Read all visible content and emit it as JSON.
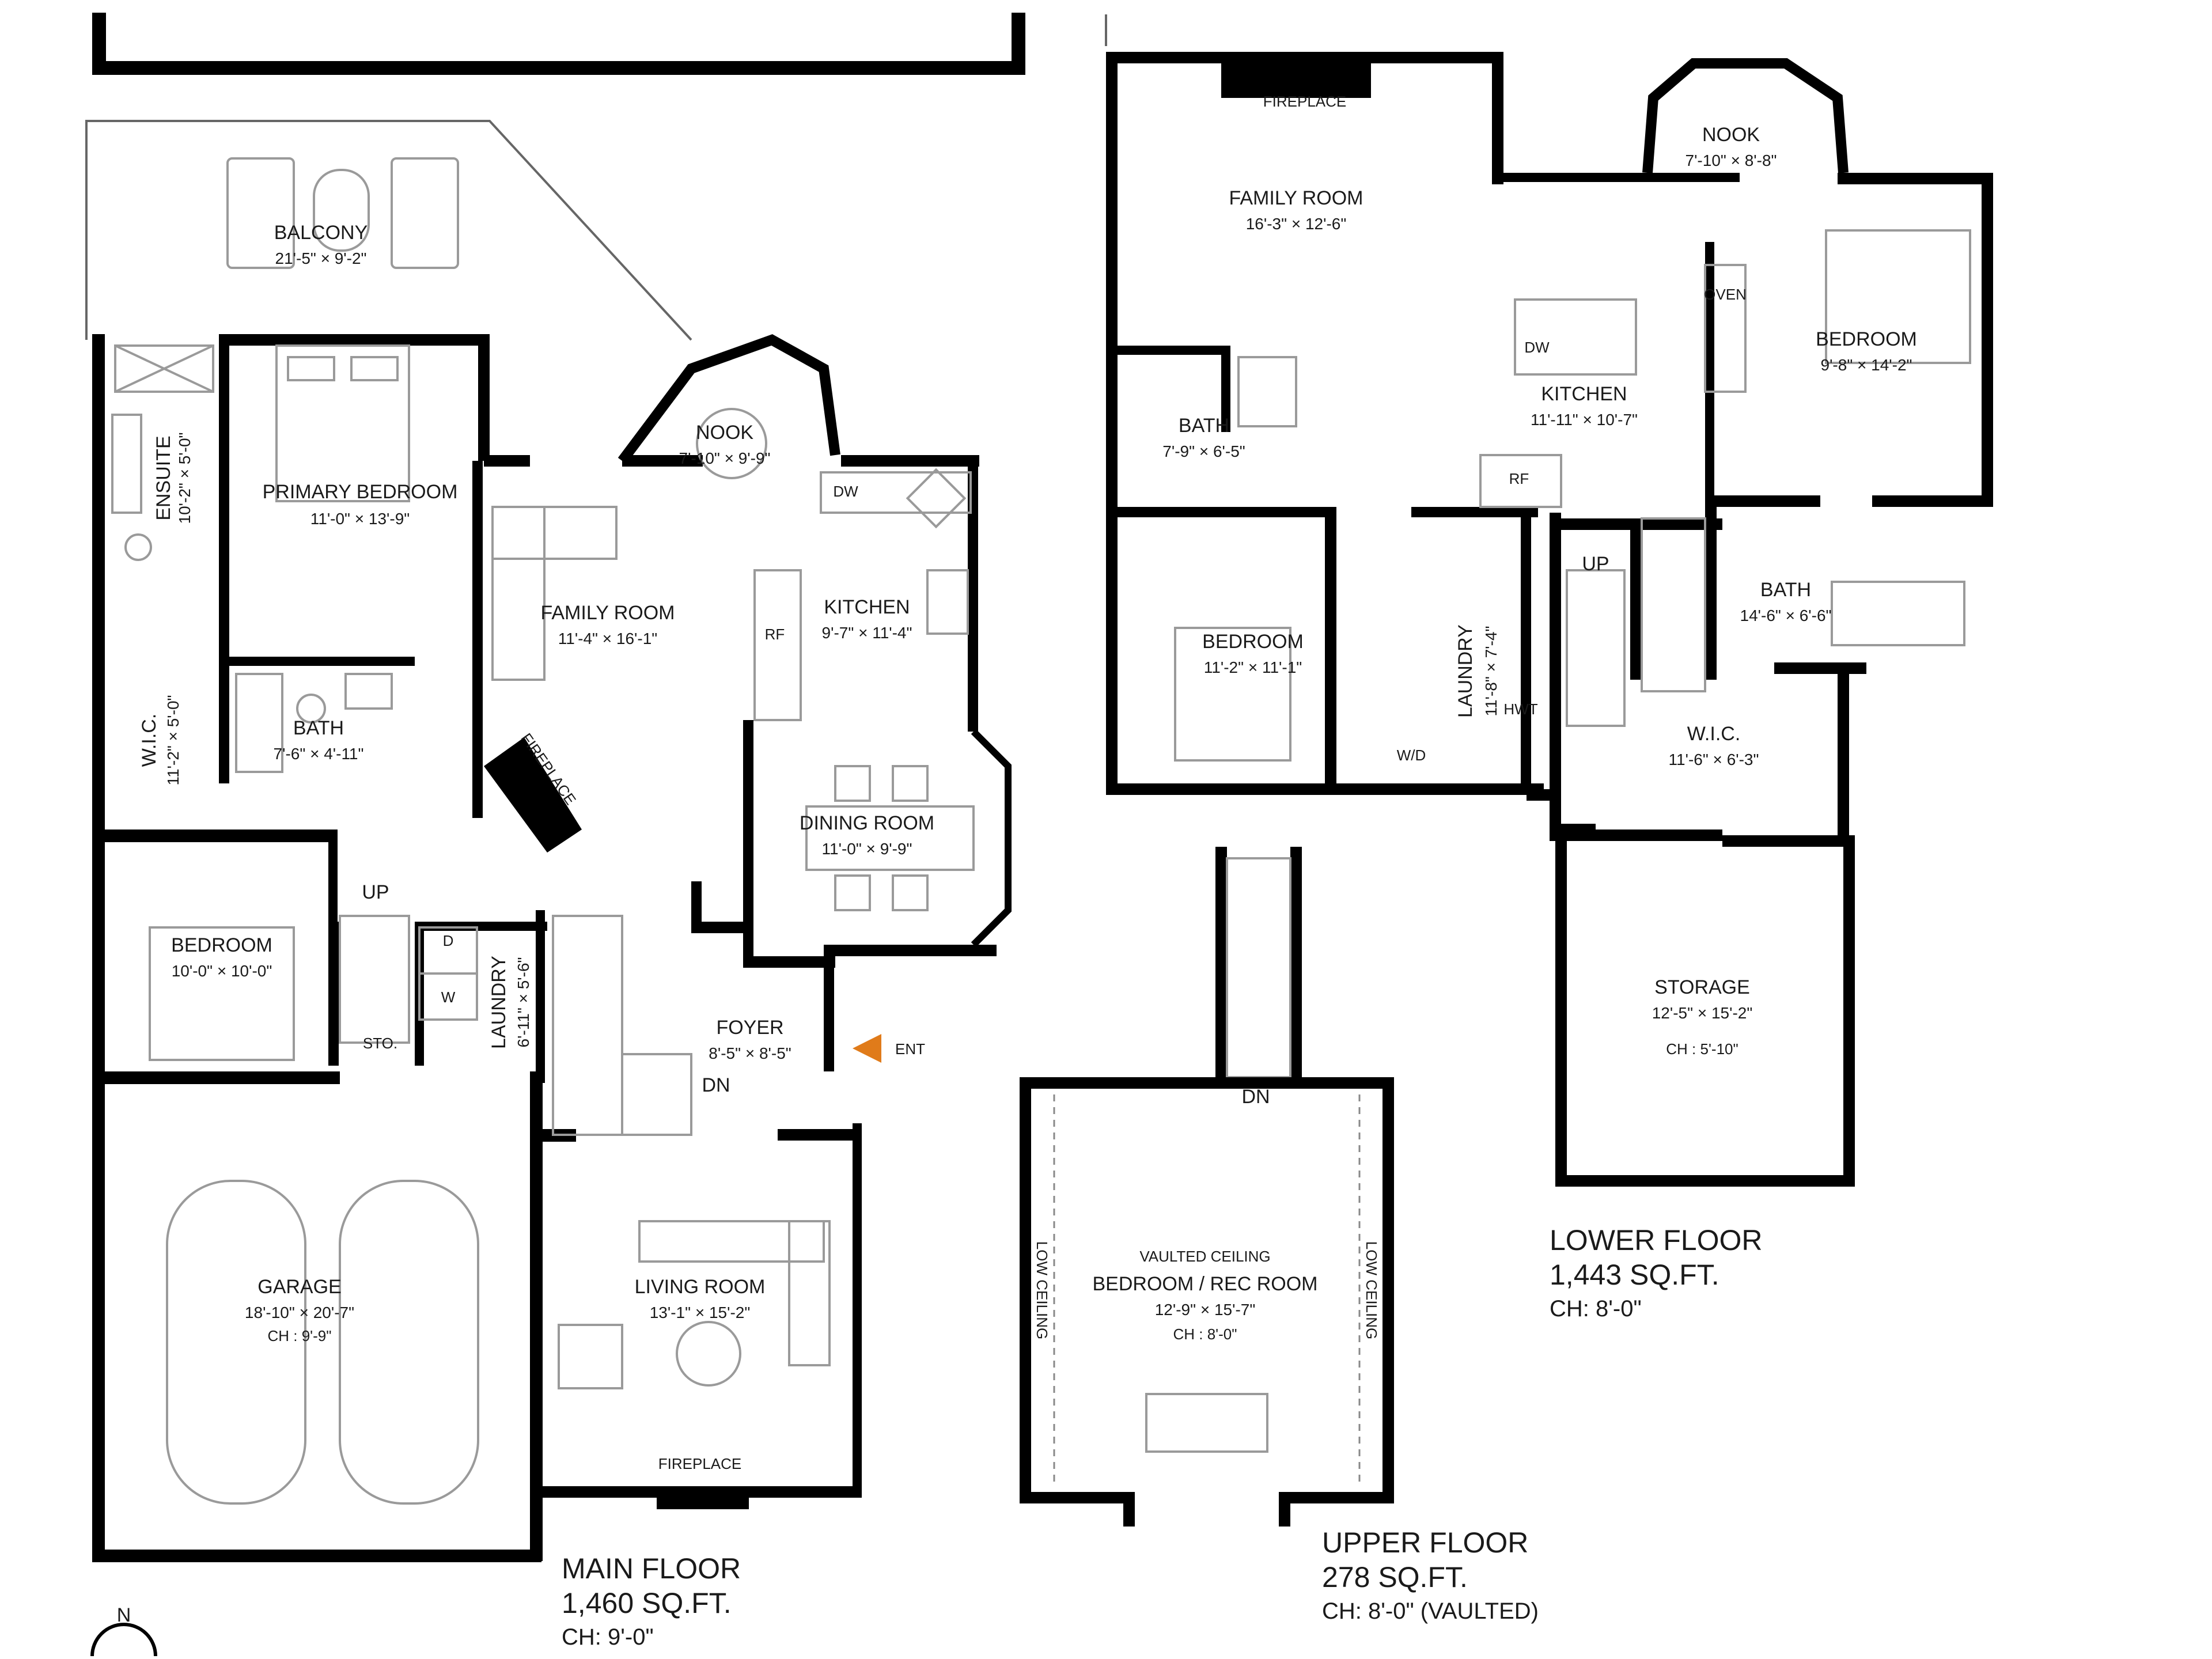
{
  "main_floor": {
    "title": "MAIN FLOOR",
    "area": "1,460 SQ.FT.",
    "ceiling": "CH: 9'-0\"",
    "rooms": [
      {
        "id": "balcony",
        "name": "BALCONY",
        "dims": "21'-5\" × 9'-2\""
      },
      {
        "id": "primary-bedroom",
        "name": "PRIMARY BEDROOM",
        "dims": "11'-0\" × 13'-9\""
      },
      {
        "id": "ensuite",
        "name": "ENSUITE",
        "dims": "10'-2\" × 5'-0\""
      },
      {
        "id": "nook",
        "name": "NOOK",
        "dims": "7'-10\" × 9'-9\""
      },
      {
        "id": "family-room",
        "name": "FAMILY ROOM",
        "dims": "11'-4\" × 16'-1\""
      },
      {
        "id": "kitchen",
        "name": "KITCHEN",
        "dims": "9'-7\" × 11'-4\""
      },
      {
        "id": "bath",
        "name": "BATH",
        "dims": "7'-6\" × 4'-11\""
      },
      {
        "id": "wic",
        "name": "W.I.C.",
        "dims": "11'-2\" × 5'-0\""
      },
      {
        "id": "dining-room",
        "name": "DINING ROOM",
        "dims": "11'-0\" × 9'-9\""
      },
      {
        "id": "bedroom",
        "name": "BEDROOM",
        "dims": "10'-0\" × 10'-0\""
      },
      {
        "id": "laundry",
        "name": "LAUNDRY",
        "dims": "6'-11\" × 5'-6\""
      },
      {
        "id": "foyer",
        "name": "FOYER",
        "dims": "8'-5\" × 8'-5\""
      },
      {
        "id": "garage",
        "name": "GARAGE",
        "dims": "18'-10\" × 20'-7\"",
        "ceiling": "CH : 9'-9\""
      },
      {
        "id": "living-room",
        "name": "LIVING ROOM",
        "dims": "13'-1\" × 15'-2\""
      }
    ],
    "labels": {
      "fireplace_family": "FIREPLACE",
      "fireplace_living": "FIREPLACE",
      "dw": "DW",
      "rf": "RF",
      "up": "UP",
      "dn": "DN",
      "sto": "STO.",
      "dryer": "D",
      "washer": "W",
      "entry": "ENT"
    }
  },
  "upper_floor": {
    "title": "UPPER FLOOR",
    "area": "278 SQ.FT.",
    "ceiling": "CH: 8'-0\" (VAULTED)",
    "rooms": [
      {
        "id": "rec-room",
        "name": "BEDROOM / REC ROOM",
        "dims": "12'-9\" × 15'-7\"",
        "note": "VAULTED CEILING",
        "ceiling": "CH : 8'-0\""
      }
    ],
    "labels": {
      "low_ceiling_left": "LOW CEILING",
      "low_ceiling_right": "LOW CEILING",
      "dn": "DN"
    }
  },
  "lower_floor": {
    "title": "LOWER FLOOR",
    "area": "1,443 SQ.FT.",
    "ceiling": "CH: 8'-0\"",
    "rooms": [
      {
        "id": "family-room",
        "name": "FAMILY ROOM",
        "dims": "16'-3\" × 12'-6\""
      },
      {
        "id": "nook",
        "name": "NOOK",
        "dims": "7'-10\" × 8'-8\""
      },
      {
        "id": "kitchen",
        "name": "KITCHEN",
        "dims": "11'-11\" × 10'-7\""
      },
      {
        "id": "bedroom-east",
        "name": "BEDROOM",
        "dims": "9'-8\" × 14'-2\""
      },
      {
        "id": "bath-west",
        "name": "BATH",
        "dims": "7'-9\" × 6'-5\""
      },
      {
        "id": "bedroom-west",
        "name": "BEDROOM",
        "dims": "11'-2\" × 11'-1\""
      },
      {
        "id": "laundry",
        "name": "LAUNDRY",
        "dims": "11'-8\" × 7'-4\""
      },
      {
        "id": "bath-east",
        "name": "BATH",
        "dims": "14'-6\" × 6'-6\""
      },
      {
        "id": "wic",
        "name": "W.I.C.",
        "dims": "11'-6\" × 6'-3\""
      },
      {
        "id": "storage",
        "name": "STORAGE",
        "dims": "12'-5\" × 15'-2\"",
        "ceiling": "CH : 5'-10\""
      }
    ],
    "labels": {
      "fireplace": "FIREPLACE",
      "oven": "OVEN",
      "dw": "DW",
      "rf": "RF",
      "up": "UP",
      "hwt": "HWT",
      "wd": "W/D"
    }
  },
  "compass": {
    "label": "N"
  },
  "colors": {
    "wall": "#000000",
    "entry_marker": "#e07b1a",
    "fixtures": "#9a9a9a"
  }
}
